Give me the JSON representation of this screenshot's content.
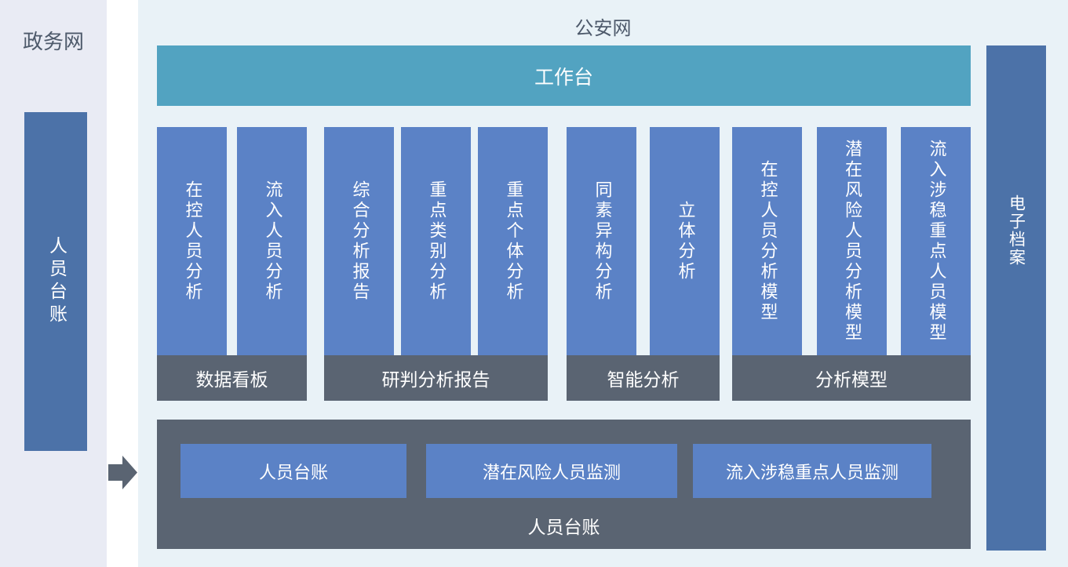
{
  "colors": {
    "left_panel_bg": "#e9ebf4",
    "main_panel_bg": "#e9f2f7",
    "sidebar_blue": "#4c72a8",
    "column_blue": "#5b82c6",
    "workbench_teal": "#52a3c1",
    "dark_slate": "#5a6472",
    "title_text": "#4e5a6b"
  },
  "left_panel": {
    "title": "政务网",
    "bar_label": "人员台账"
  },
  "flow_arrow_icon": "right-arrow",
  "main_panel": {
    "title": "公安网",
    "workbench_label": "工作台",
    "groups": [
      {
        "label": "数据看板",
        "columns": [
          "在控人员分析",
          "流入人员分析"
        ]
      },
      {
        "label": "研判分析报告",
        "columns": [
          "综合分析报告",
          "重点类别分析",
          "重点个体分析"
        ]
      },
      {
        "label": "智能分析",
        "columns": [
          "同素异构分析",
          "立体分析"
        ]
      },
      {
        "label": "分析模型",
        "columns": [
          "在控人员分析模型",
          "潜在风险人员分析模型",
          "流入涉稳重点人员模型"
        ]
      }
    ],
    "right_bar": {
      "label": "电子档案"
    },
    "bottom_box": {
      "label": "人员台账",
      "buttons": [
        "人员台账",
        "潜在风险人员监测",
        "流入涉稳重点人员监测"
      ]
    }
  }
}
